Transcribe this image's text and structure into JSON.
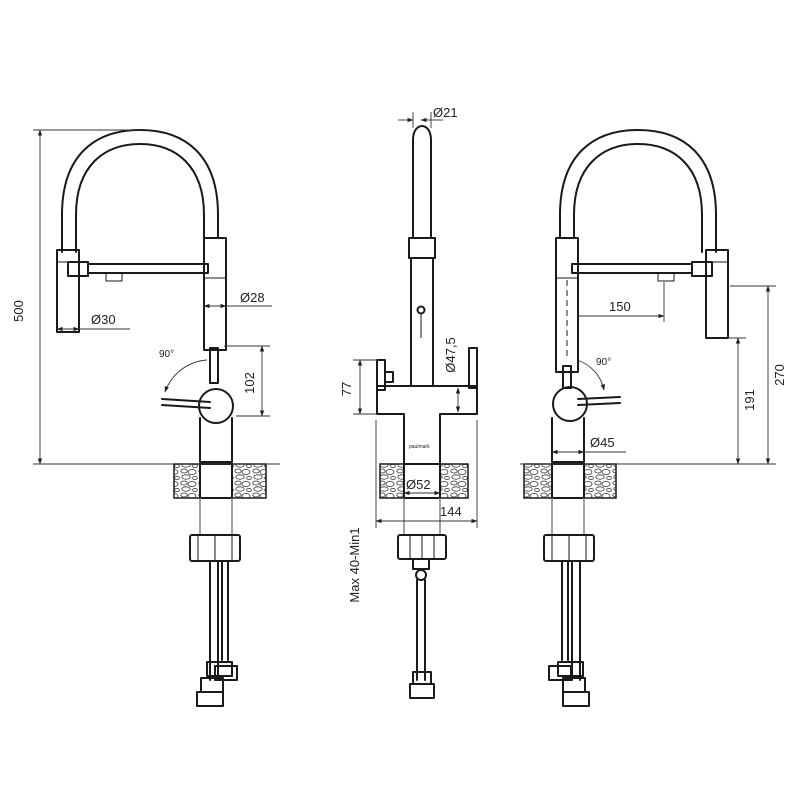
{
  "drawing": {
    "left_view": {
      "height_total": "500",
      "spray_head_diameter": "Ø30",
      "hose_diameter": "Ø28",
      "rotation": "90°",
      "handle_height": "102"
    },
    "front_view": {
      "spout_diameter": "Ø21",
      "body_diameter": "Ø47,5",
      "lever_height": "77",
      "base_diameter": "Ø52",
      "base_width": "144",
      "countertop_thickness": "Max 40-Min1",
      "brand_mark": "paulmark"
    },
    "right_view": {
      "reach": "150",
      "rotation": "90°",
      "lever_height": "191",
      "outlet_height": "270",
      "body_diameter": "Ø45"
    }
  },
  "colors": {
    "line": "#1a1a1a",
    "background": "#ffffff"
  }
}
